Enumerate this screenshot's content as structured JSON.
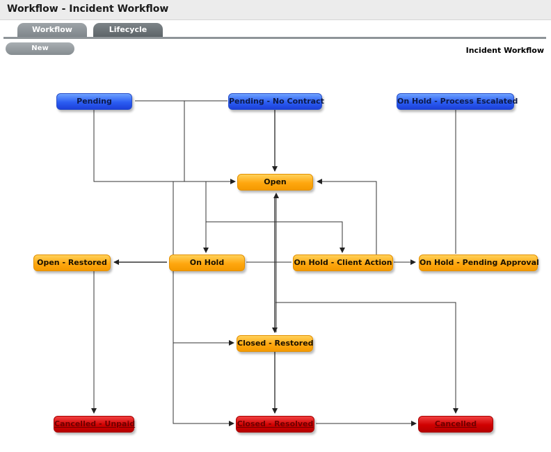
{
  "window": {
    "title": "Workflow - Incident Workflow"
  },
  "tabs": [
    {
      "label": "Workflow"
    },
    {
      "label": "Lifecycle"
    }
  ],
  "toolbar": {
    "new_label": "New"
  },
  "diagram": {
    "title": "Incident Workflow"
  },
  "states": {
    "pending": {
      "label": "Pending",
      "color": "blue"
    },
    "pending_no_contract": {
      "label": "Pending - No Contract",
      "color": "blue"
    },
    "on_hold_process_escalated": {
      "label": "On Hold - Process Escalated",
      "color": "blue"
    },
    "open": {
      "label": "Open",
      "color": "orange"
    },
    "open_restored": {
      "label": "Open - Restored",
      "color": "orange"
    },
    "on_hold": {
      "label": "On Hold",
      "color": "orange"
    },
    "on_hold_client_action": {
      "label": "On Hold - Client Action",
      "color": "orange"
    },
    "on_hold_pending_approval": {
      "label": "On Hold - Pending Approval",
      "color": "orange"
    },
    "closed_restored": {
      "label": "Closed - Restored",
      "color": "orange"
    },
    "cancelled_unpaid": {
      "label": "Cancelled - Unpaid",
      "color": "red"
    },
    "closed_resolved": {
      "label": "Closed - Resolved",
      "color": "red"
    },
    "cancelled": {
      "label": "Cancelled",
      "color": "red"
    }
  },
  "colors": {
    "blue_state": "#2b5df2",
    "orange_state": "#ffa70f",
    "red_state": "#d00000",
    "tab_bar": "#8e9498"
  }
}
